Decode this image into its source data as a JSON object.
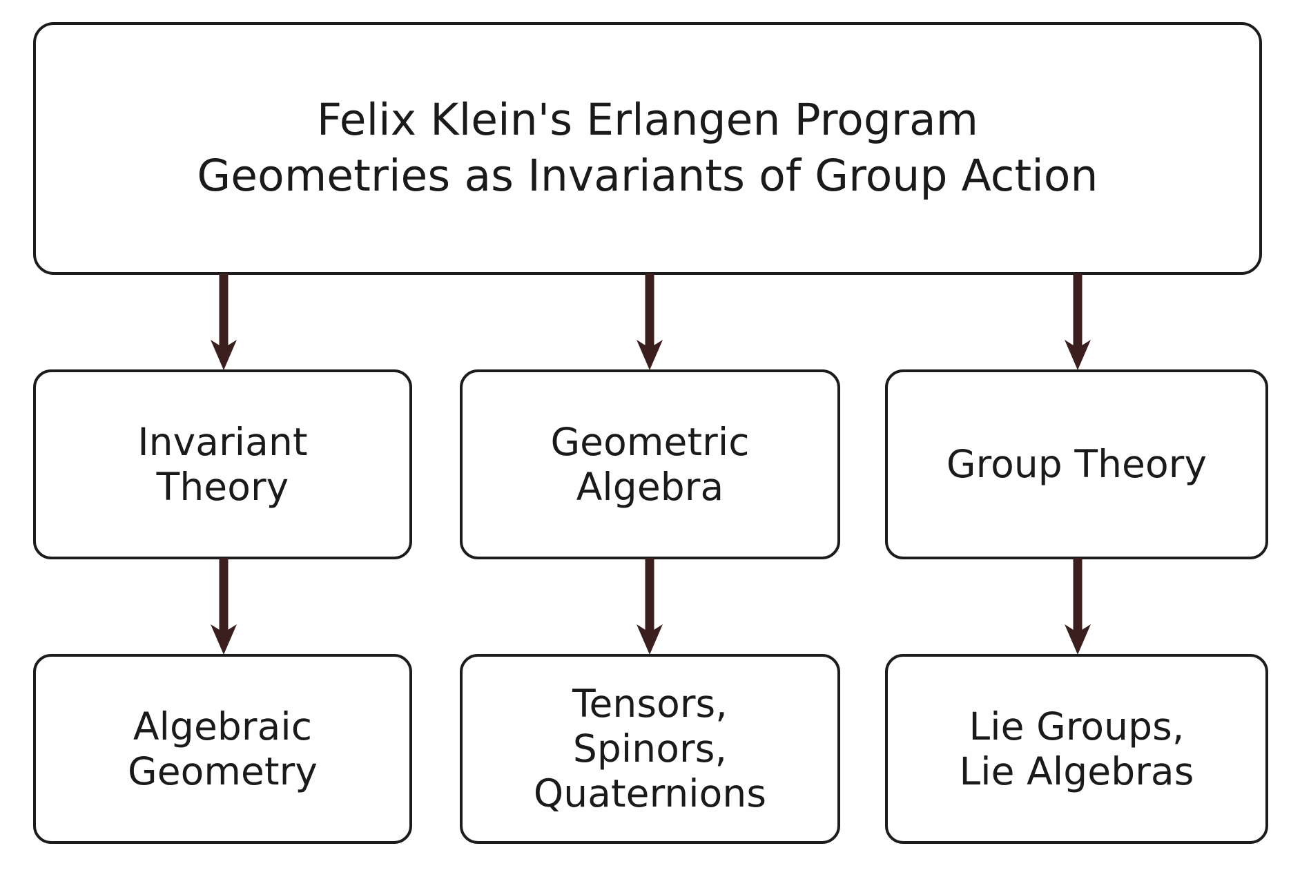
{
  "diagram": {
    "type": "flowchart",
    "orientation": "top-down",
    "colors": {
      "background": "#ffffff",
      "node_fill": "#fefefe",
      "node_border": "#1c1c1c",
      "arrow": "#3b1f1f",
      "text": "#1a1a1a"
    },
    "root": {
      "title_line1": "Felix Klein's Erlangen Program",
      "title_line2": "Geometries as Invariants of Group Action",
      "text": "Felix Klein's Erlangen Program\nGeometries as Invariants of Group Action"
    },
    "columns": [
      {
        "id": "column-1",
        "middle": {
          "text": "Invariant\nTheory"
        },
        "bottom": {
          "text": "Algebraic\nGeometry"
        }
      },
      {
        "id": "column-2",
        "middle": {
          "text": "Geometric\nAlgebra"
        },
        "bottom": {
          "text": "Tensors,\nSpinors,\nQuaternions"
        }
      },
      {
        "id": "column-3",
        "middle": {
          "text": "Group Theory"
        },
        "bottom": {
          "text": "Lie Groups,\nLie Algebras"
        }
      }
    ],
    "edges": [
      {
        "from": "root",
        "to": "column-1-middle",
        "style": "arrow-down"
      },
      {
        "from": "root",
        "to": "column-2-middle",
        "style": "arrow-down"
      },
      {
        "from": "root",
        "to": "column-3-middle",
        "style": "arrow-down"
      },
      {
        "from": "column-1-middle",
        "to": "column-1-bottom",
        "style": "arrow-down"
      },
      {
        "from": "column-2-middle",
        "to": "column-2-bottom",
        "style": "arrow-down"
      },
      {
        "from": "column-3-middle",
        "to": "column-3-bottom",
        "style": "arrow-down"
      }
    ]
  }
}
